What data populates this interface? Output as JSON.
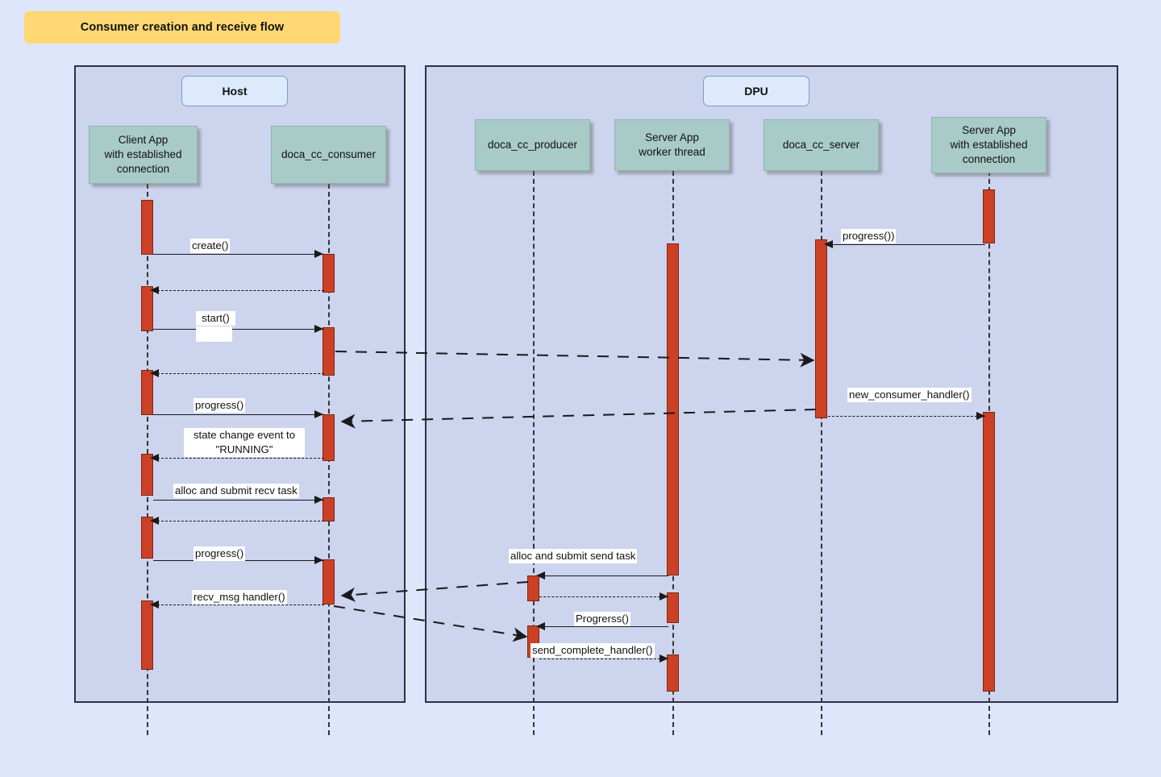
{
  "title": "Consumer creation and receive flow",
  "regions": [
    {
      "name": "Host",
      "label": "Host"
    },
    {
      "name": "DPU",
      "label": "DPU"
    }
  ],
  "participants": [
    {
      "id": "client_app",
      "label": "Client App\nwith established\nconnection",
      "region": "Host"
    },
    {
      "id": "consumer",
      "label": "doca_cc_consumer",
      "region": "Host"
    },
    {
      "id": "producer",
      "label": "doca_cc_producer",
      "region": "DPU"
    },
    {
      "id": "worker",
      "label": "Server App\nworker thread",
      "region": "DPU"
    },
    {
      "id": "server",
      "label": "doca_cc_server",
      "region": "DPU"
    },
    {
      "id": "server_app",
      "label": "Server App\nwith established\nconnection",
      "region": "DPU"
    }
  ],
  "messages": [
    {
      "id": "m1",
      "label": "create()",
      "from": "client_app",
      "to": "consumer",
      "style": "solid"
    },
    {
      "id": "m2",
      "label": "",
      "from": "consumer",
      "to": "client_app",
      "style": "dashed"
    },
    {
      "id": "m3",
      "label": "start()",
      "from": "client_app",
      "to": "consumer",
      "style": "solid"
    },
    {
      "id": "m4",
      "label": "",
      "from": "consumer",
      "to": "server",
      "style": "dashed"
    },
    {
      "id": "m5",
      "label": "",
      "from": "consumer",
      "to": "client_app",
      "style": "dashed"
    },
    {
      "id": "m6",
      "label": "progress()",
      "from": "client_app",
      "to": "consumer",
      "style": "solid"
    },
    {
      "id": "m7",
      "label": "progress())",
      "from": "server_app",
      "to": "server",
      "style": "solid"
    },
    {
      "id": "m8",
      "label": "new_consumer_handler()",
      "from": "server",
      "to": "server_app",
      "style": "dashed"
    },
    {
      "id": "m9",
      "label": "",
      "from": "server",
      "to": "consumer",
      "style": "dashed"
    },
    {
      "id": "m10",
      "label": "state change event to\n\"RUNNING\"",
      "from": "consumer",
      "to": "client_app",
      "style": "dashed"
    },
    {
      "id": "m11",
      "label": "alloc and submit recv task",
      "from": "client_app",
      "to": "consumer",
      "style": "solid"
    },
    {
      "id": "m12",
      "label": "",
      "from": "consumer",
      "to": "client_app",
      "style": "dashed"
    },
    {
      "id": "m13",
      "label": "progress()",
      "from": "client_app",
      "to": "consumer",
      "style": "solid"
    },
    {
      "id": "m14",
      "label": "alloc and submit send task",
      "from": "worker",
      "to": "producer",
      "style": "solid"
    },
    {
      "id": "m15",
      "label": "",
      "from": "producer",
      "to": "worker",
      "style": "dashed"
    },
    {
      "id": "m16",
      "label": "",
      "from": "producer",
      "to": "consumer",
      "style": "dashed"
    },
    {
      "id": "m17",
      "label": "recv_msg handler()",
      "from": "consumer",
      "to": "client_app",
      "style": "dashed"
    },
    {
      "id": "m18",
      "label": "Progrerss()",
      "from": "worker",
      "to": "producer",
      "style": "solid"
    },
    {
      "id": "m19",
      "label": "",
      "from": "consumer",
      "to": "producer",
      "style": "dashed"
    },
    {
      "id": "m20",
      "label": "send_complete_handler()",
      "from": "producer",
      "to": "worker",
      "style": "dashed"
    }
  ],
  "colors": {
    "page_background": "#dde6fb",
    "region_background": "#ccd4ee",
    "region_border": "#2e3246",
    "region_title_background": "#ddeafb",
    "participant_background": "#a9cbc7",
    "activation_fill": "#cc4125",
    "activation_border": "#7d2612",
    "title_banner": "#ffd873",
    "line": "#1a1a1a"
  }
}
